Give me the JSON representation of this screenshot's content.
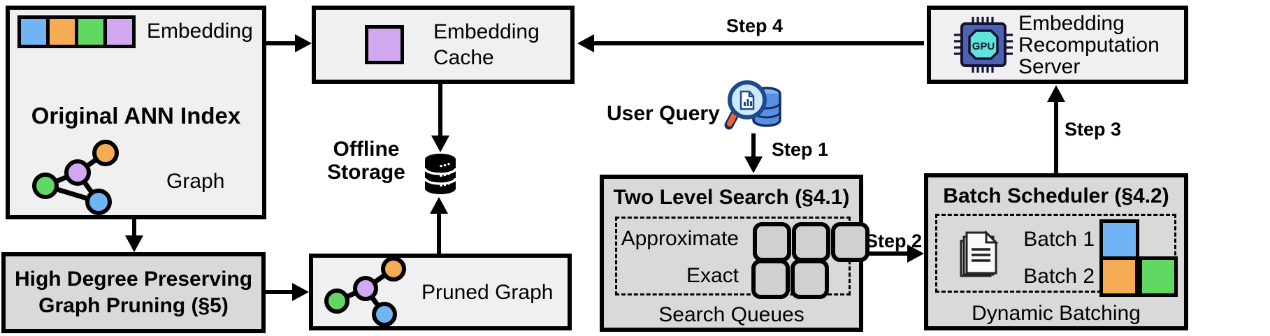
{
  "colors": {
    "blue": "#70b4f4",
    "orange": "#f6ac55",
    "green": "#61d861",
    "purple": "#d2a9f0",
    "light_box": "#f0f0f0",
    "dark_box": "#d9d9d9",
    "gpu_chip": "#4e62b2",
    "gpu_core": "#5fe3da",
    "query_db": "#5b8de0",
    "lens_fill": "#cde9fa",
    "handle_orange": "#f26430"
  },
  "original_index": {
    "title": "Original ANN Index",
    "embedding_label": "Embedding",
    "graph_label": "Graph"
  },
  "pruning": {
    "title": "High Degree Preserving\nGraph Pruning (§5)"
  },
  "embedding_cache": {
    "title": "Embedding\nCache"
  },
  "offline_storage": {
    "title": "Offline\nStorage"
  },
  "pruned_graph": {
    "title": "Pruned Graph"
  },
  "user_query": {
    "label": "User Query"
  },
  "steps": {
    "s1": "Step 1",
    "s2": "Step 2",
    "s3": "Step 3",
    "s4": "Step 4"
  },
  "two_level_search": {
    "title": "Two Level Search (§4.1)",
    "approximate": "Approximate",
    "exact": "Exact",
    "footer": "Search Queues"
  },
  "batch_scheduler": {
    "title": "Batch Scheduler (§4.2)",
    "batch1": "Batch 1",
    "batch2": "Batch 2",
    "footer": "Dynamic Batching"
  },
  "recompute_server": {
    "title": "Embedding\nRecomputation\nServer",
    "gpu": "GPU"
  },
  "icons": {
    "offline_storage": "database-cylinder",
    "user_query": "magnifier-over-database",
    "batch_scheduler": "document-stack",
    "recompute_server": "gpu-chip",
    "graphs": "colored-node-graph"
  }
}
